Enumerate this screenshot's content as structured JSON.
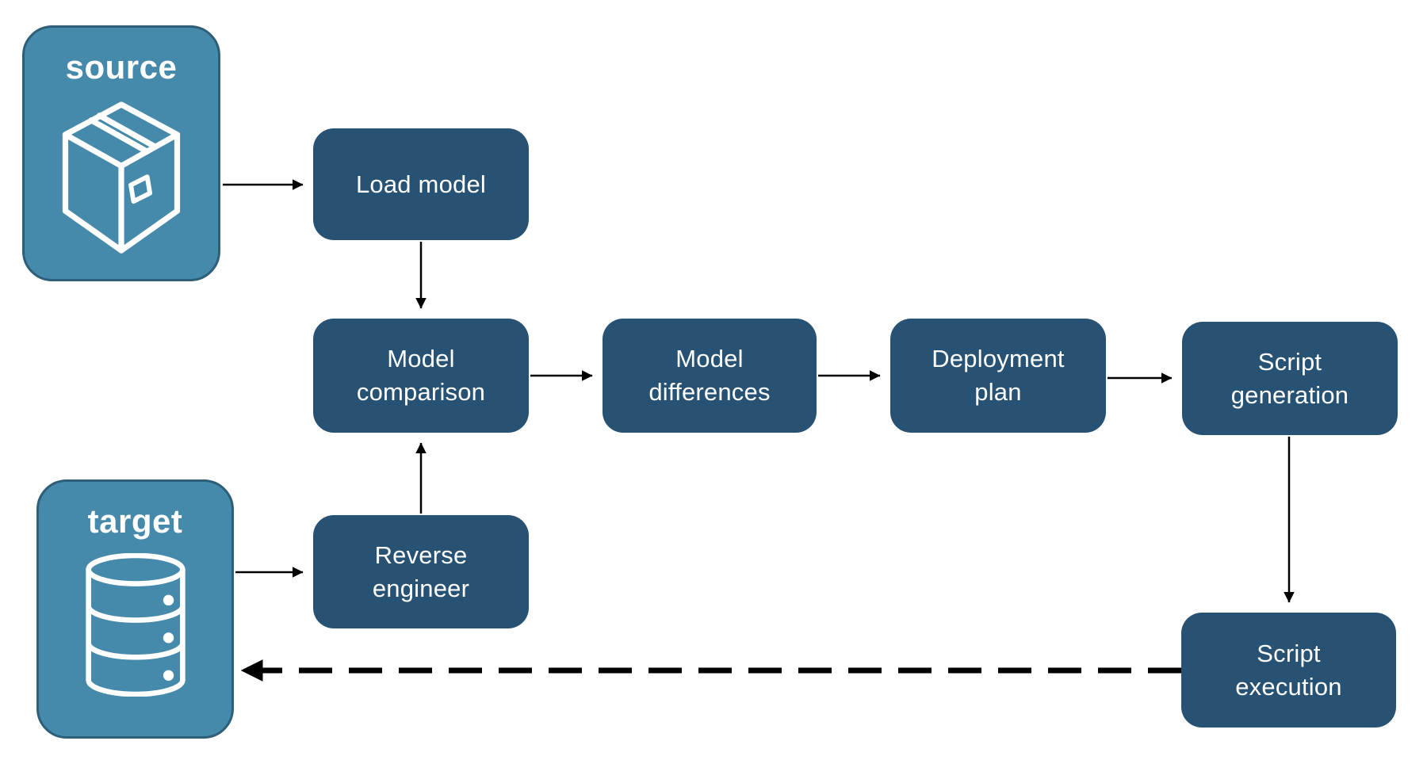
{
  "diagram": {
    "colors": {
      "background": "#FFFFFF",
      "node_fill": "#275274",
      "node_label": "#FFFFFF",
      "endpoint_fill": "#4589AB",
      "endpoint_border": "#2E5F78",
      "endpoint_label": "#FFFFFF",
      "arrow": "#000000"
    },
    "endpoints": {
      "source": {
        "label": "source",
        "icon": "package-icon"
      },
      "target": {
        "label": "target",
        "icon": "database-icon"
      }
    },
    "nodes": {
      "load_model": {
        "label": "Load model"
      },
      "model_comparison": {
        "label": "Model\ncomparison"
      },
      "model_differences": {
        "label": "Model\ndifferences"
      },
      "deployment_plan": {
        "label": "Deployment\nplan"
      },
      "script_generation": {
        "label": "Script\ngeneration"
      },
      "reverse_engineer": {
        "label": "Reverse\nengineer"
      },
      "script_execution": {
        "label": "Script\nexecution"
      }
    },
    "edges": [
      {
        "from": "source",
        "to": "load_model",
        "style": "solid"
      },
      {
        "from": "load_model",
        "to": "model_comparison",
        "style": "solid"
      },
      {
        "from": "model_comparison",
        "to": "model_differences",
        "style": "solid"
      },
      {
        "from": "model_differences",
        "to": "deployment_plan",
        "style": "solid"
      },
      {
        "from": "deployment_plan",
        "to": "script_generation",
        "style": "solid"
      },
      {
        "from": "target",
        "to": "reverse_engineer",
        "style": "solid"
      },
      {
        "from": "reverse_engineer",
        "to": "model_comparison",
        "style": "solid"
      },
      {
        "from": "script_generation",
        "to": "script_execution",
        "style": "solid"
      },
      {
        "from": "script_execution",
        "to": "target",
        "style": "dashed"
      }
    ]
  }
}
